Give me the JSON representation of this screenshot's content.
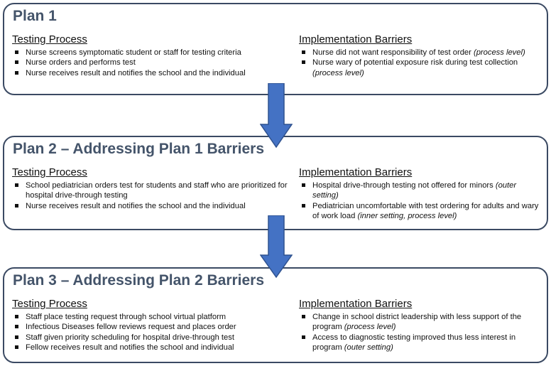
{
  "plans": [
    {
      "title": "Plan 1",
      "testing_header": "Testing Process",
      "testing": [
        {
          "text": "Nurse screens symptomatic student or staff for testing criteria"
        },
        {
          "text": "Nurse orders and performs test"
        },
        {
          "text": "Nurse receives result and notifies the school and the individual"
        }
      ],
      "barriers_header": "Implementation Barriers",
      "barriers": [
        {
          "text": "Nurse did not want responsibility of test order ",
          "note": "(process level)",
          "note_suffix": ")"
        },
        {
          "text": "Nurse wary of potential exposure risk during test collection ",
          "note": "(process level)"
        }
      ]
    },
    {
      "title": "Plan 2 – Addressing Plan 1 Barriers",
      "testing_header": "Testing Process",
      "testing": [
        {
          "text": "School pediatrician orders test for students and staff who are prioritized for hospital drive-through testing"
        },
        {
          "text": "Nurse receives result and notifies the school and the individual"
        }
      ],
      "barriers_header": "Implementation Barriers",
      "barriers": [
        {
          "text": "Hospital drive-through testing not offered for minors  ",
          "note": "(outer setting)"
        },
        {
          "text": "Pediatrician uncomfortable with test ordering for adults and wary of work load ",
          "note": "(inner setting, process level)"
        }
      ]
    },
    {
      "title": "Plan 3 – Addressing Plan 2 Barriers",
      "testing_header": "Testing Process",
      "testing": [
        {
          "text": "Staff place testing request through school virtual platform"
        },
        {
          "text": "Infectious Diseases fellow reviews request and places order"
        },
        {
          "text": "Staff given priority scheduling for hospital drive-through test"
        },
        {
          "text": "Fellow receives result and notifies the school and individual"
        }
      ],
      "barriers_header": "Implementation Barriers",
      "barriers": [
        {
          "text": "Change in school district leadership with less support of the program ",
          "note": "(process level)"
        },
        {
          "text": "Access to diagnostic testing improved thus less interest in program ",
          "note": "(outer setting)"
        }
      ]
    }
  ],
  "colors": {
    "border": "#3b4a63",
    "title": "#44546a",
    "arrow_fill": "#4472c4",
    "arrow_stroke": "#2f528f"
  }
}
